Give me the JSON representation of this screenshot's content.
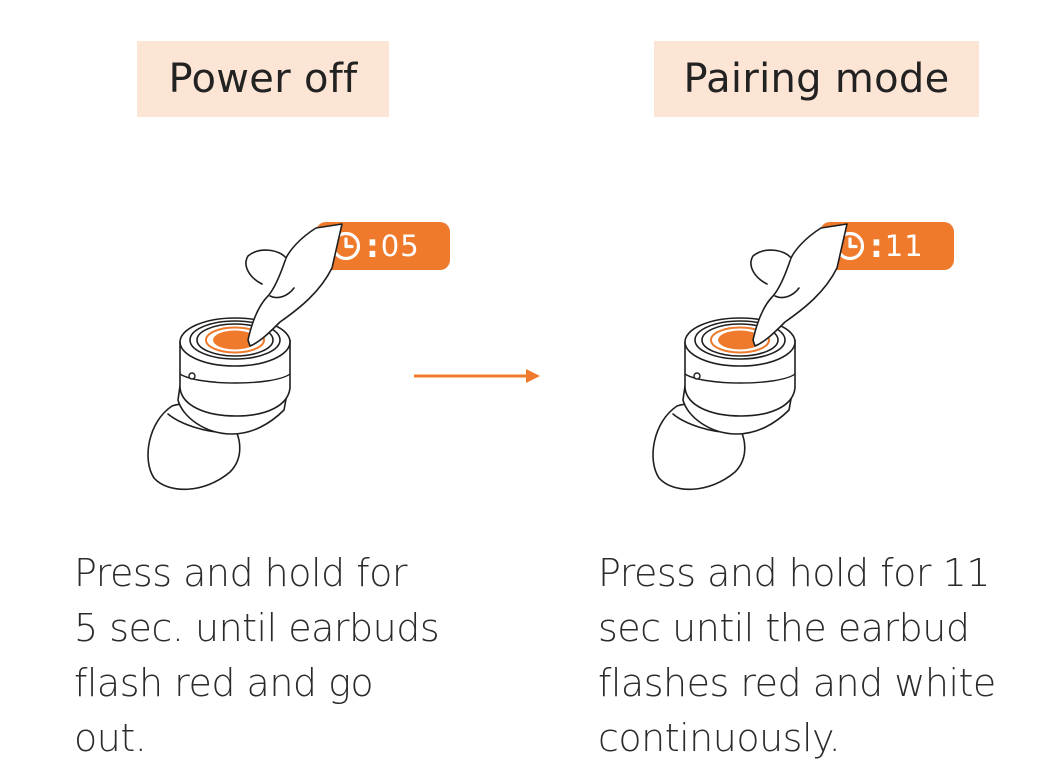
{
  "steps": [
    {
      "title": "Power off",
      "timer": "05",
      "description_lines": [
        "Press and hold for",
        "5 sec. until earbuds",
        "flash red and go",
        "out."
      ]
    },
    {
      "title": "Pairing mode",
      "timer": "11",
      "description_lines": [
        "Press and hold for 11",
        "sec until the earbud",
        "flashes red and white",
        "continuously."
      ]
    }
  ],
  "colors": {
    "accent": "#f07a2b",
    "title_background": "#fde5d6"
  },
  "icons": [
    "clock-icon",
    "hand-press-icon",
    "earbud-icon",
    "arrow-right-icon"
  ]
}
